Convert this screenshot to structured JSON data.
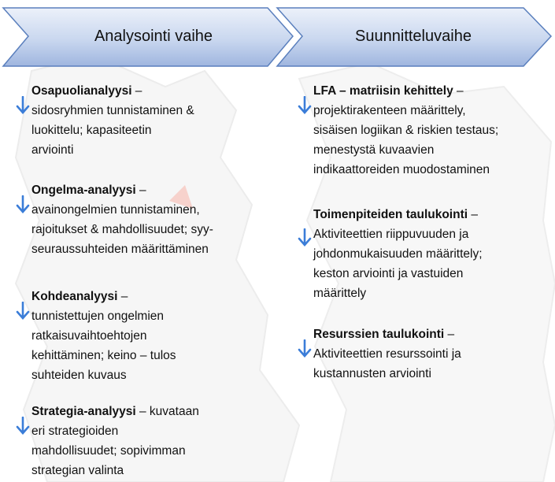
{
  "phases": [
    {
      "label": "Analysointi vaihe"
    },
    {
      "label": "Suunnitteluvaihe"
    }
  ],
  "left": [
    {
      "title": "Osapuolianalyysi",
      "dash": " –",
      "lines": [
        "sidosryhmien tunnistaminen &",
        "luokittelu; kapasiteetin",
        "arviointi"
      ]
    },
    {
      "title": "Ongelma-analyysi",
      "dash": " –",
      "lines": [
        "avainongelmien tunnistaminen,",
        "rajoitukset & mahdollisuudet; syy-",
        "seuraussuhteiden määrittäminen"
      ]
    },
    {
      "title": "Kohdeanalyysi",
      "dash": " –",
      "lines": [
        "tunnistettujen ongelmien",
        "ratkaisuvaihtoehtojen",
        "kehittäminen; keino – tulos",
        "suhteiden kuvaus"
      ]
    },
    {
      "title": "Strategia-analyysi",
      "dash": " – kuvataan",
      "lines": [
        "eri strategioiden",
        "mahdollisuudet; sopivimman",
        "strategian valinta"
      ]
    }
  ],
  "right": [
    {
      "title": "LFA – matriisin kehittely",
      "dash": " –",
      "lines": [
        "projektirakenteen määrittely,",
        "sisäisen logiikan & riskien testaus;",
        "menestystä kuvaavien",
        "indikaattoreiden muodostaminen"
      ]
    },
    {
      "title": "Toimenpiteiden taulukointi",
      "dash": " –",
      "lines": [
        "Aktiviteettien riippuvuuden ja",
        "johdonmukaisuuden määrittely;",
        "keston arviointi ja vastuiden",
        "määrittely"
      ]
    },
    {
      "title": "Resurssien taulukointi",
      "dash": " –",
      "lines": [
        "Aktiviteettien resurssointi ja",
        "kustannusten arviointi"
      ]
    }
  ],
  "colors": {
    "arrow": "#3b7dd8",
    "chevron_top": "#e8eef9",
    "chevron_bottom": "#9fb7e0",
    "chevron_stroke": "#4a6fb0"
  }
}
